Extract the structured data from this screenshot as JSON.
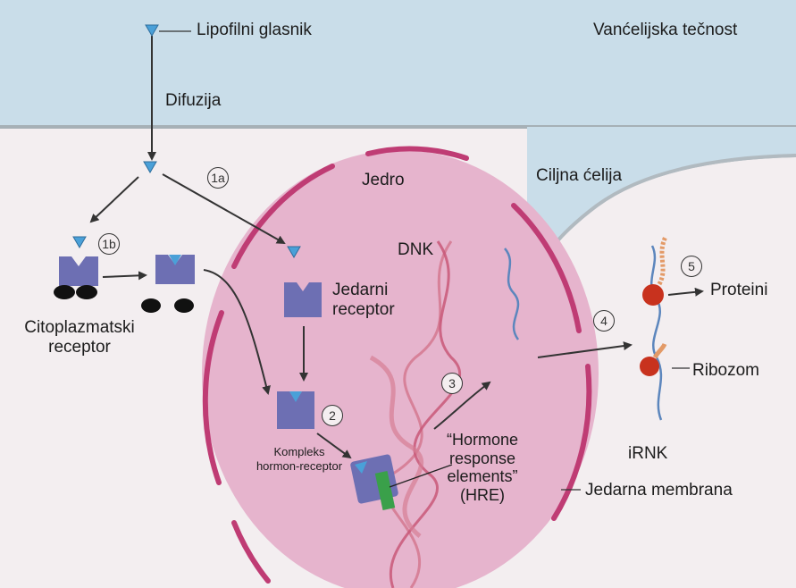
{
  "labels": {
    "lipophilic": "Lipofilni glasnik",
    "extracellular": "Vanćelijska tečnost",
    "diffusion": "Difuzija",
    "target_cell": "Ciljna ćelija",
    "nucleus": "Jedro",
    "dna": "DNK",
    "cyto_receptor_1": "Citoplazmatski",
    "cyto_receptor_2": "receptor",
    "nuclear_receptor_1": "Jedarni",
    "nuclear_receptor_2": "receptor",
    "complex_1": "Kompleks",
    "complex_2": "hormon-receptor",
    "hre_1": "“Hormone",
    "hre_2": "response",
    "hre_3": "elements”",
    "hre_4": "(HRE)",
    "mrna": "iRNK",
    "nuclear_membrane": "Jedarna membrana",
    "proteins": "Proteini",
    "ribosome": "Ribozom"
  },
  "steps": {
    "s1a": "1a",
    "s1b": "1b",
    "s2": "2",
    "s3": "3",
    "s4": "4",
    "s5": "5"
  },
  "colors": {
    "extracellular": "#c9dde9",
    "cell": "#f3eef0",
    "nucleus": "#e6b4cd",
    "membrane": "#bf3c74",
    "receptor": "#6d6fb3",
    "hormone": "#4aa0d8",
    "ribosome": "#c8321e"
  }
}
